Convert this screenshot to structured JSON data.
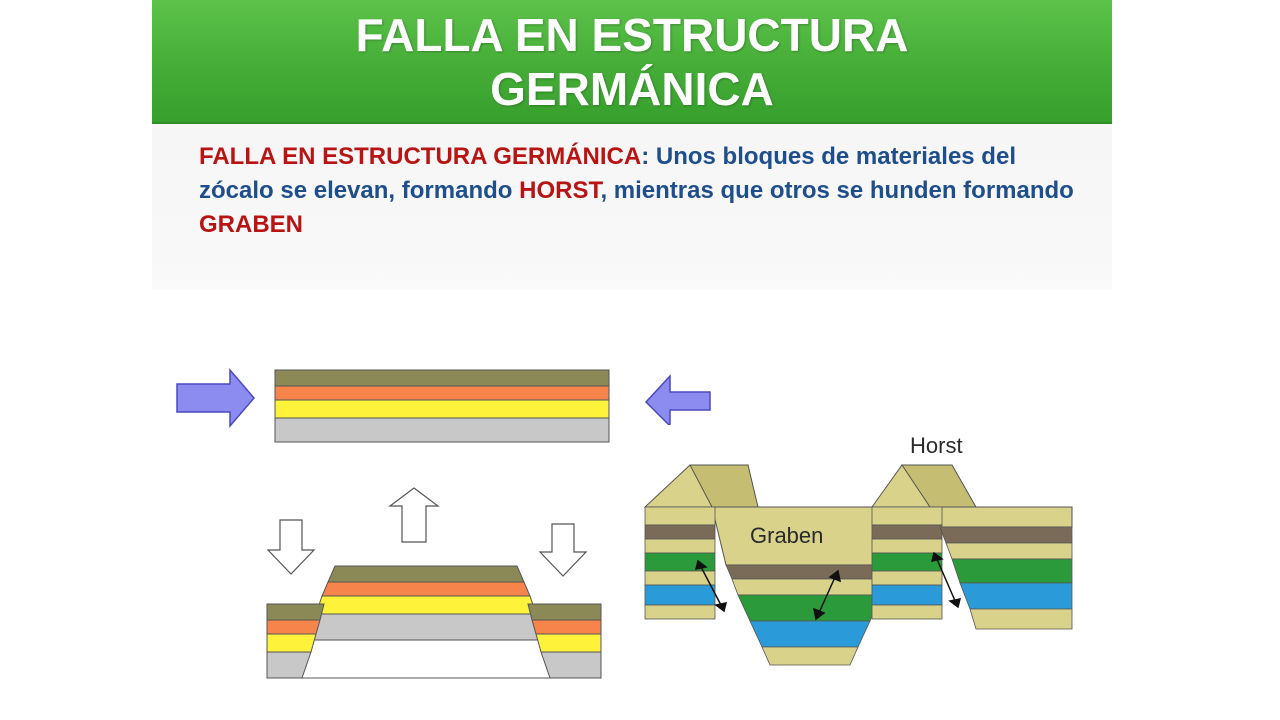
{
  "title": {
    "line1": "FALLA EN ESTRUCTURA",
    "line2": "GERMÁNICA"
  },
  "description": {
    "term": "FALLA EN ESTRUCTURA GERMÁNICA",
    "part1": ": Unos bloques de materiales del zócalo se elevan, formando ",
    "horst": "HORST",
    "part2": ", mientras que otros se hunden formando ",
    "graben": "GRABEN"
  },
  "labels": {
    "horst": "Horst",
    "graben": "Graben"
  },
  "colors": {
    "title_green": "#45ad37",
    "text_blue": "#1f4e8c",
    "text_red": "#b81414",
    "arrow_purple": "#8c8cf0",
    "layer_olive": "#8b8a56",
    "layer_orange": "#f7844a",
    "layer_yellow": "#fff23a",
    "layer_gray": "#c8c8c8",
    "layer_green": "#2a9a3a",
    "layer_blue": "#2a9ad8",
    "layer_khaki": "#d8d28a",
    "layer_brown": "#7a6b58"
  },
  "icons": {
    "compression_arrow": "right-arrow-icon",
    "uplift_arrow": "up-arrow-icon",
    "subsidence_arrow": "down-arrow-icon"
  }
}
